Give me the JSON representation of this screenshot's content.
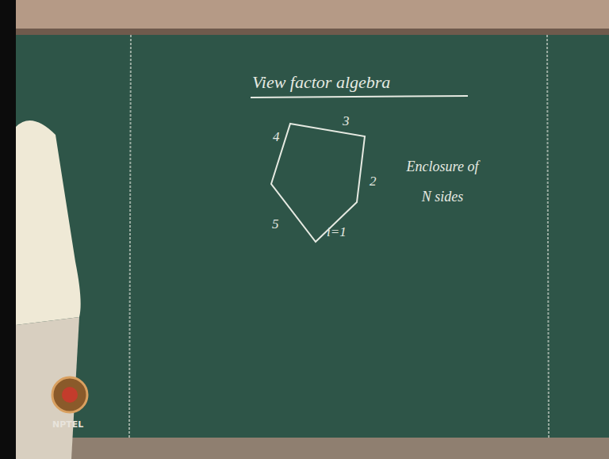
{
  "diagram": {
    "title": "View factor algebra",
    "labels": [
      "4",
      "3",
      "2",
      "i=1",
      "5",
      "Enclosure of N sides",
      "NPTEL"
    ]
  }
}
